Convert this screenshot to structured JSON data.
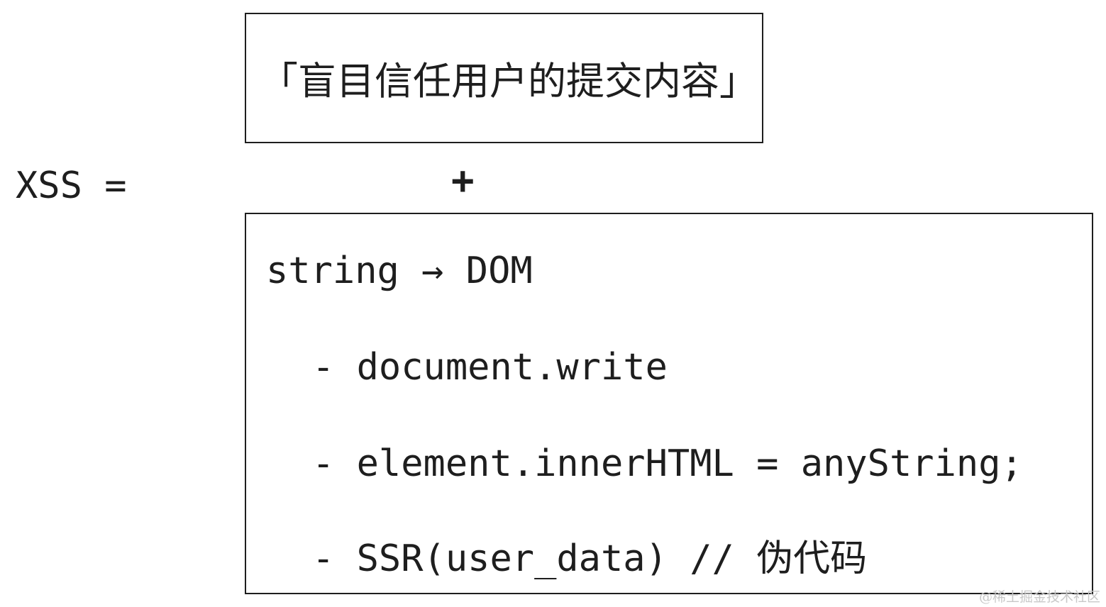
{
  "diagram": {
    "lhs": "XSS =",
    "operator": "+",
    "top_box_text": "「盲目信任用户的提交内容」",
    "bottom_box": {
      "heading": "string → DOM",
      "items": [
        "- document.write",
        "- element.innerHTML = anyString;",
        "- SSR(user_data) // 伪代码"
      ]
    }
  },
  "watermark": "@稀土掘金技术社区"
}
